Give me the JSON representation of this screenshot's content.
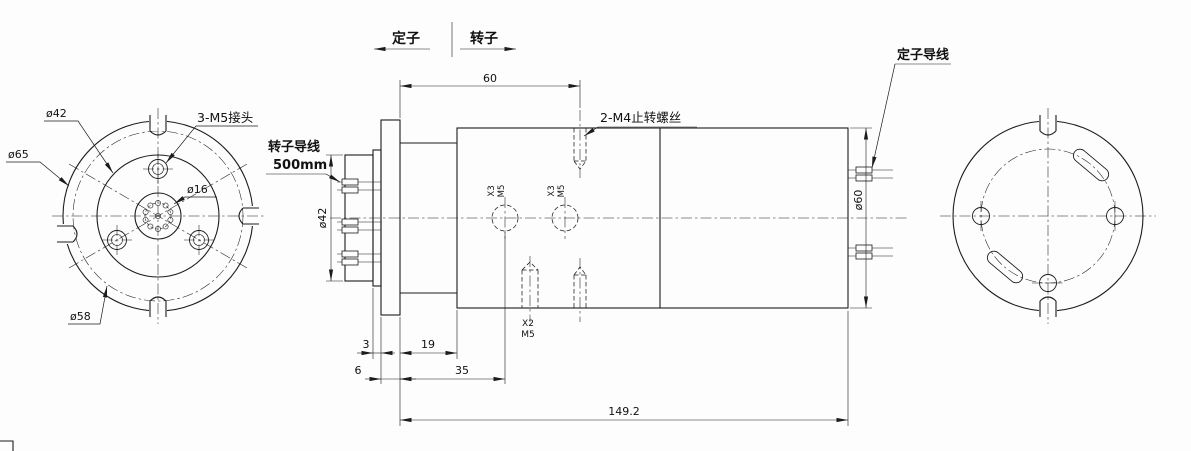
{
  "header": {
    "stator": "定子",
    "rotor": "转子"
  },
  "labels": {
    "rotor_lead_1": "转子导线",
    "rotor_lead_2": "500mm",
    "stator_lead": "定子导线",
    "set_screw": "2-M4止转螺丝",
    "connector": "3-M5接头"
  },
  "left_view": {
    "d42": "ø42",
    "d65": "ø65",
    "d16": "ø16",
    "d58": "ø58"
  },
  "side_view": {
    "len60": "60",
    "len3": "3",
    "len19": "19",
    "len6": "6",
    "len35": "35",
    "total": "149.2",
    "d42": "ø42",
    "d60": "ø60"
  },
  "holes": {
    "r1a": "X3",
    "r1b": "M5",
    "r2a": "X3",
    "r2b": "M5",
    "ba": "X2",
    "bb": "M5"
  }
}
